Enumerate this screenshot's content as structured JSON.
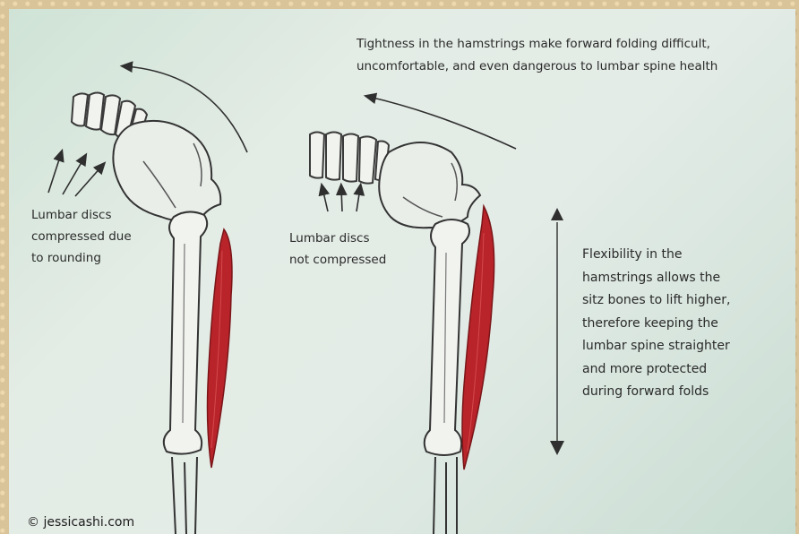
{
  "annotations": {
    "top": [
      "Tightness in the hamstrings make forward folding difficult,",
      "uncomfortable, and even dangerous to lumbar spine health"
    ],
    "left": [
      "Lumbar discs",
      "compressed due",
      "to rounding"
    ],
    "middle": [
      "Lumbar discs",
      "not compressed"
    ],
    "right": [
      "Flexibility in the",
      "hamstrings allows the",
      "sitz bones to lift higher,",
      "therefore keeping the",
      "lumbar spine straighter",
      "and more protected",
      "during forward folds"
    ]
  },
  "credit": "© jessicashi.com",
  "colors": {
    "muscle": "#b8242a",
    "pencil": "#3a3a3a",
    "paper": "#e2ebe5",
    "frame": "#d9c49a"
  }
}
